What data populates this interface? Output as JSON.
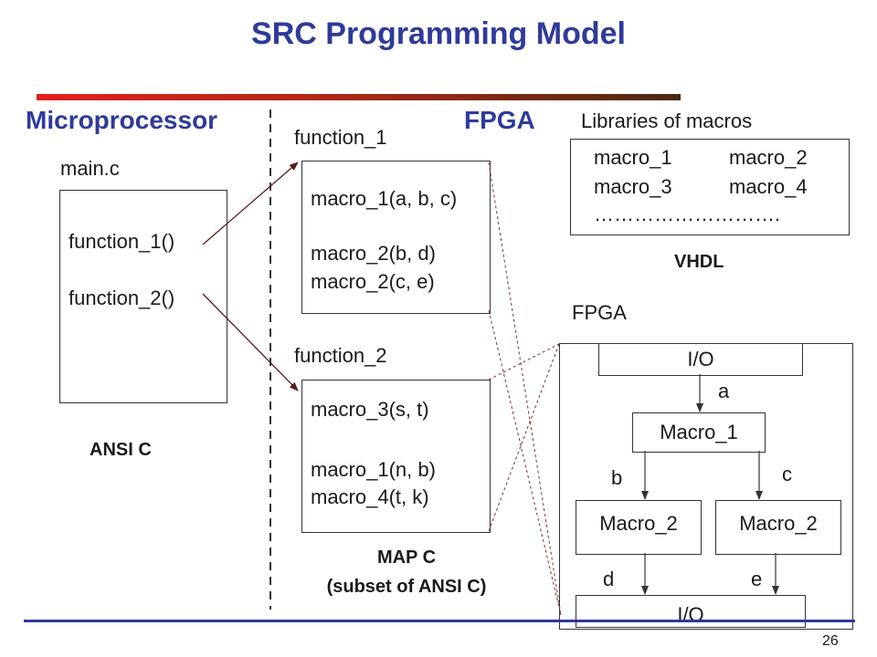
{
  "title": "SRC Programming Model",
  "headings": {
    "microprocessor": "Microprocessor",
    "fpga": "FPGA",
    "libraries": "Libraries of macros"
  },
  "main_c": {
    "label": "main.c",
    "lines": [
      "function_1()",
      "function_2()"
    ],
    "caption": "ANSI C"
  },
  "function_1": {
    "label": "function_1",
    "lines": [
      "macro_1(a, b, c)",
      "macro_2(b, d)",
      "macro_2(c, e)"
    ]
  },
  "function_2": {
    "label": "function_2",
    "lines": [
      "macro_3(s, t)",
      "macro_1(n, b)",
      "macro_4(t, k)"
    ]
  },
  "map_c_caption": {
    "line1": "MAP C",
    "line2": "(subset of ANSI C)"
  },
  "library": {
    "macros": [
      "macro_1",
      "macro_2",
      "macro_3",
      "macro_4"
    ],
    "ellipsis": "……………………….",
    "caption": "VHDL"
  },
  "fpga_detail": {
    "label": "FPGA",
    "io_top": "I/O",
    "io_bottom": "I/O",
    "macro_1": "Macro_1",
    "macro_2_left": "Macro_2",
    "macro_2_right": "Macro_2",
    "signals": {
      "a": "a",
      "b": "b",
      "c": "c",
      "d": "d",
      "e": "e"
    }
  },
  "page_number": "26",
  "colors": {
    "title": "#2f3a9a",
    "rule_gradient_start": "#e02020",
    "rule_gradient_end": "#4a2a10",
    "footer_rule": "#2f3a9a"
  }
}
